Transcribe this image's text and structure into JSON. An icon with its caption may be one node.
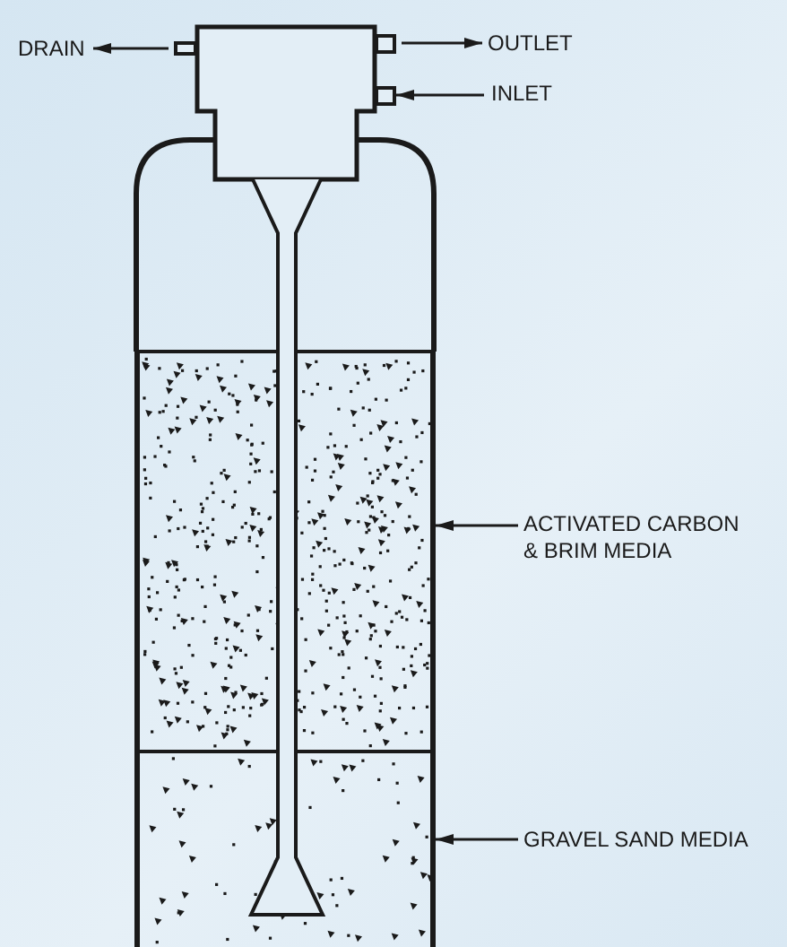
{
  "diagram": {
    "nodes": [
      {
        "text": [
          "DRAIN"
        ]
      },
      {
        "text": [
          "OUTLET"
        ]
      },
      {
        "text": [
          "INLET"
        ]
      },
      {
        "text": [
          "ACTIVATED CARBON & BRIM MEDIA"
        ]
      },
      {
        "text": [
          "GRAVEL SAND MEDIA"
        ]
      },
      {
        "text": [],
        "shape": "box"
      },
      {
        "text": [],
        "shape": "box"
      },
      {
        "text": [],
        "shape": "box"
      },
      {
        "text": [],
        "shape": "box"
      },
      {
        "text": [],
        "shape": "box"
      }
    ],
    "edges": [
      {
        "from": 5,
        "to": 0,
        "arrow": "to"
      },
      {
        "from": 6,
        "to": 1,
        "arrow": "to"
      },
      {
        "from": 2,
        "to": 7,
        "arrow": "to"
      },
      {
        "from": 3,
        "to": 8,
        "arrow": "to"
      },
      {
        "from": 4,
        "to": 9,
        "arrow": "to"
      }
    ]
  }
}
